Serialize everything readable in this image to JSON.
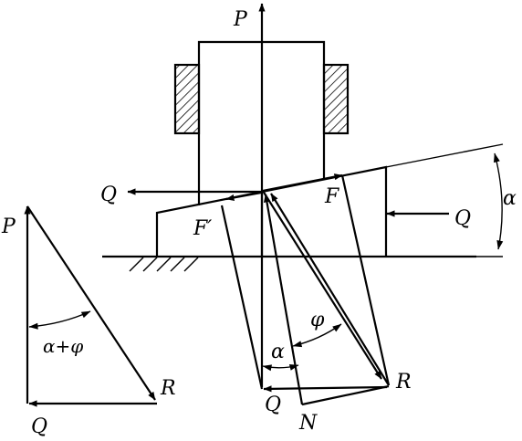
{
  "labels": {
    "P_vertical": "P",
    "Q_left": "Q",
    "Q_right": "Q",
    "F": "F",
    "F_prime": "F′",
    "alpha_slope": "α",
    "phi": "φ",
    "alpha_vec": "α",
    "R_main": "R",
    "Q_main": "Q",
    "N": "N",
    "P_triangle": "P",
    "R_triangle": "R",
    "Q_triangle": "Q",
    "angle_sum": "α+φ"
  }
}
